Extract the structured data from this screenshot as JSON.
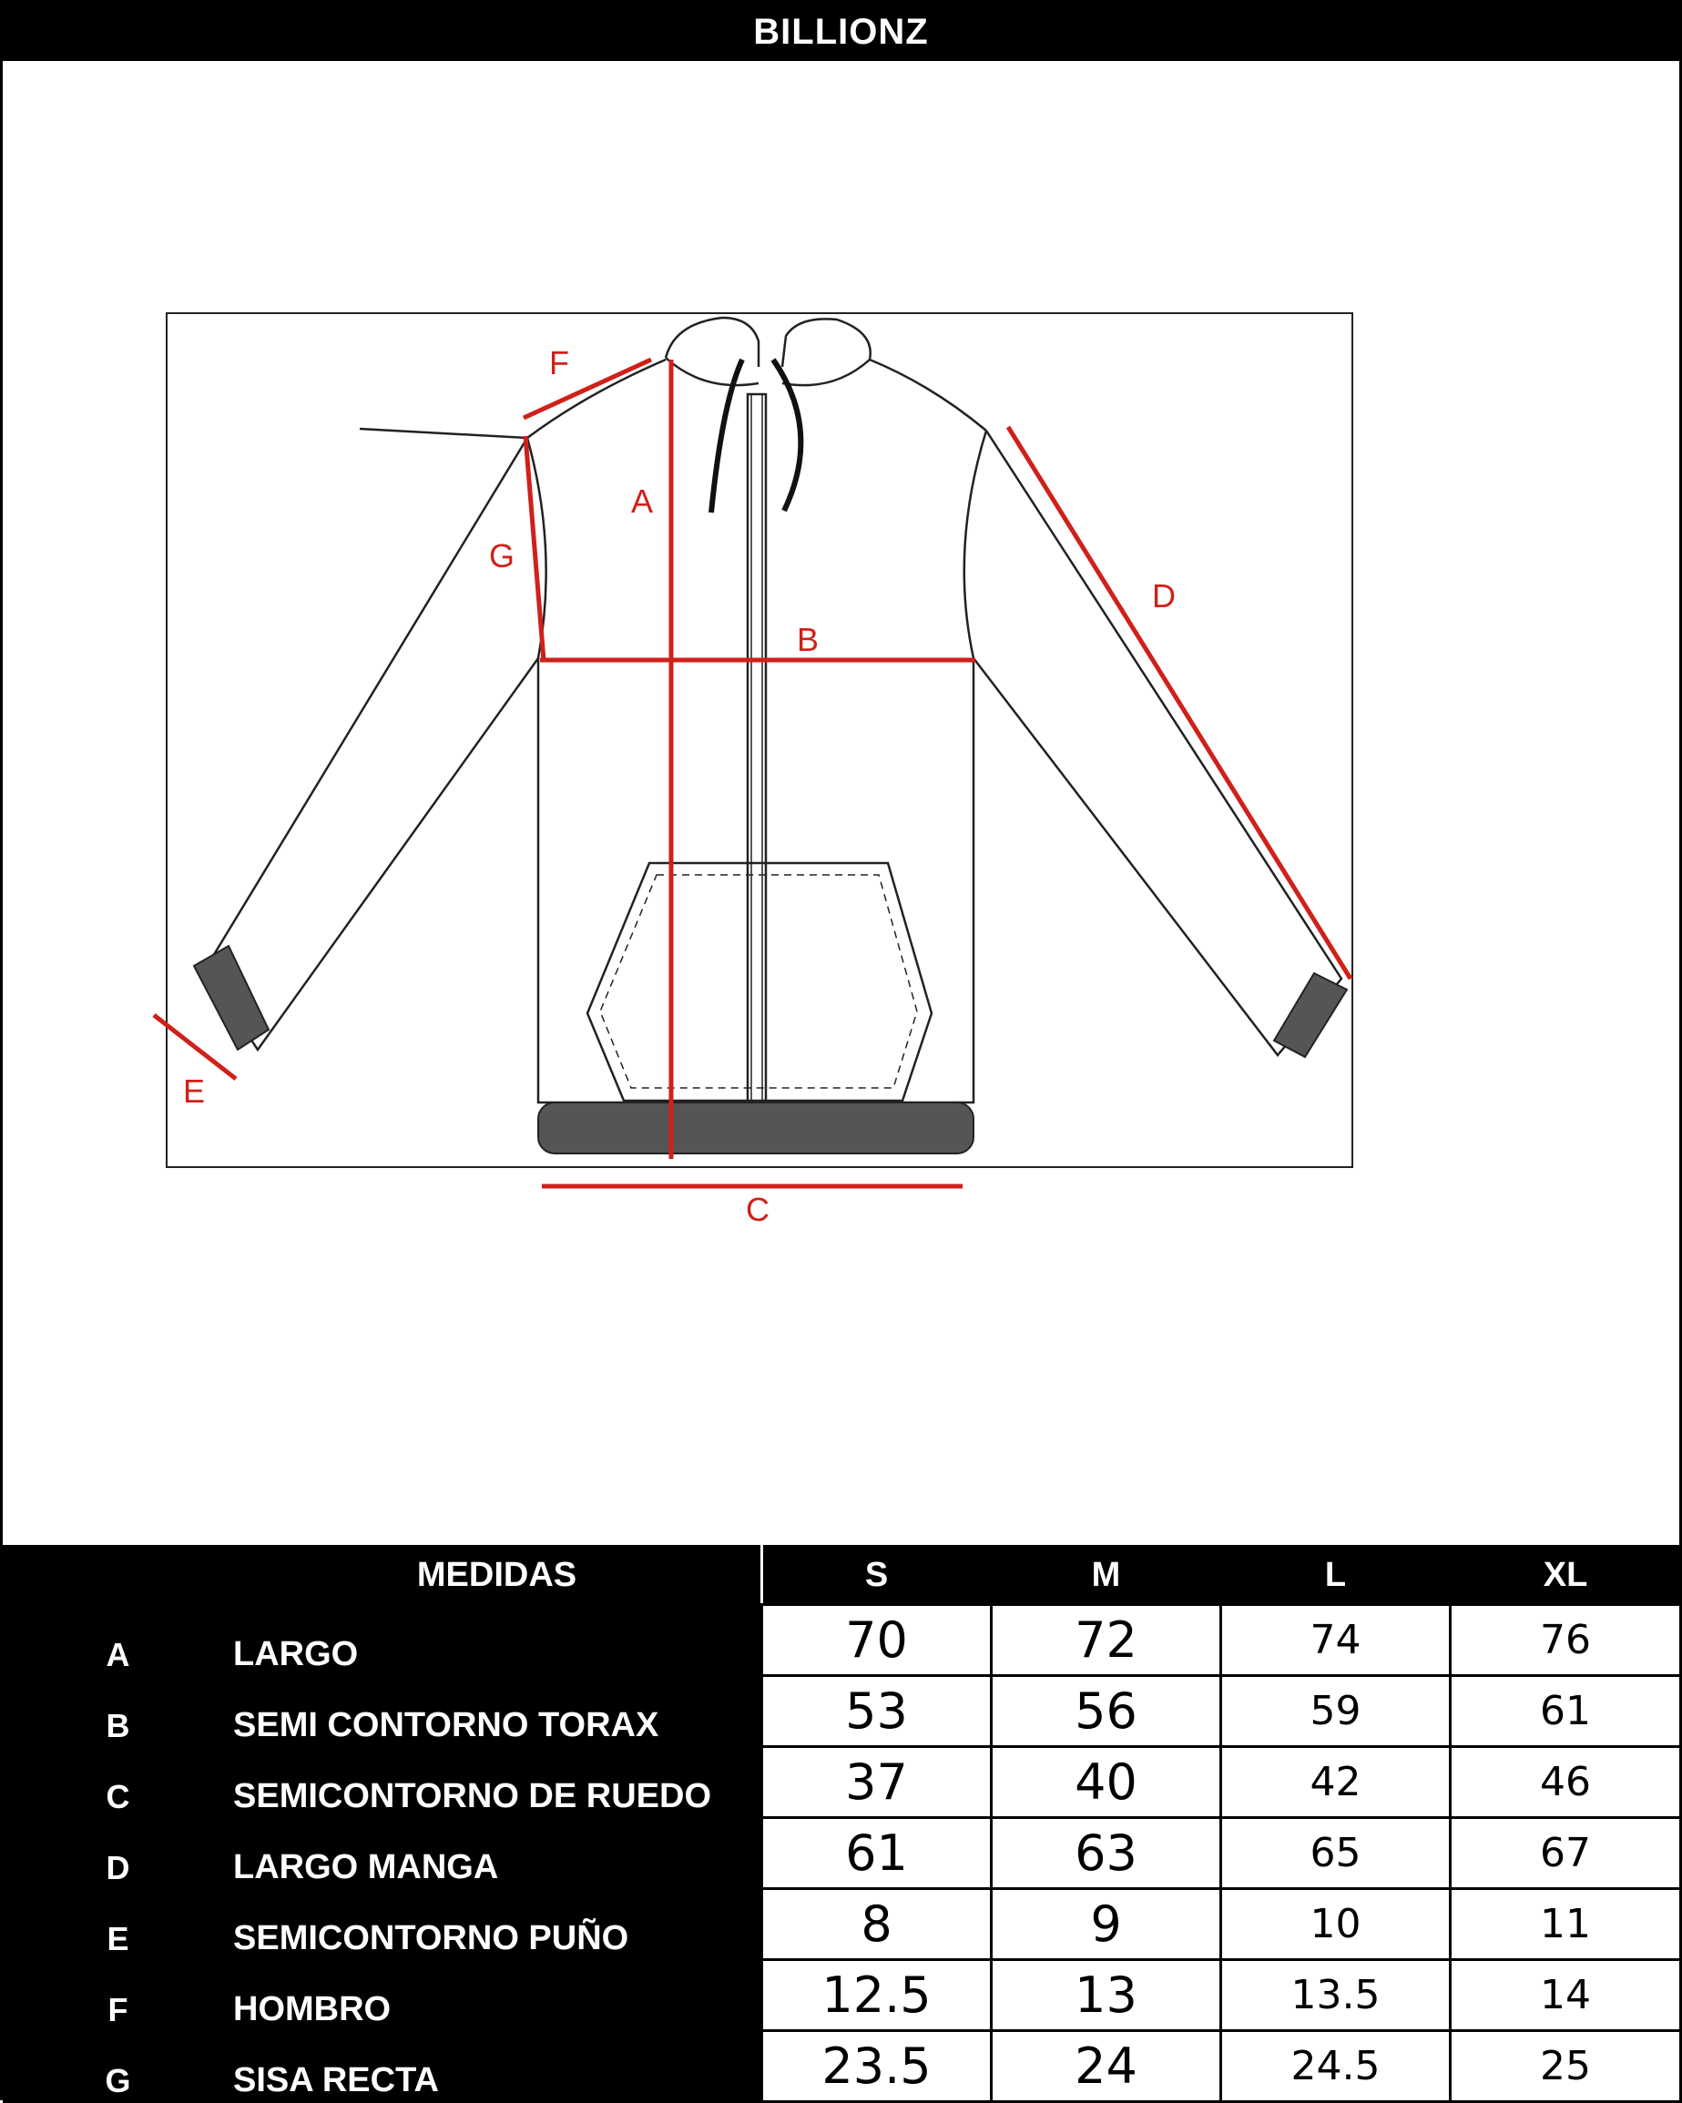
{
  "brand": "BILLIONZ",
  "diagram": {
    "labels": {
      "A": "A",
      "B": "B",
      "C": "C",
      "D": "D",
      "E": "E",
      "F": "F",
      "G": "G"
    },
    "line_color": "#d0201a"
  },
  "table": {
    "headers": [
      "",
      "MEDIDAS",
      "S",
      "M",
      "L",
      "XL"
    ],
    "rows": [
      {
        "code": "A",
        "name": "LARGO",
        "values": [
          "70",
          "72",
          "74",
          "76"
        ]
      },
      {
        "code": "B",
        "name": "SEMI CONTORNO TORAX",
        "values": [
          "53",
          "56",
          "59",
          "61"
        ]
      },
      {
        "code": "C",
        "name": "SEMICONTORNO DE RUEDO",
        "values": [
          "37",
          "40",
          "42",
          "46"
        ]
      },
      {
        "code": "D",
        "name": "LARGO MANGA",
        "values": [
          "61",
          "63",
          "65",
          "67"
        ]
      },
      {
        "code": "E",
        "name": "SEMICONTORNO PUÑO",
        "values": [
          "8",
          "9",
          "10",
          "11"
        ]
      },
      {
        "code": "F",
        "name": "HOMBRO",
        "values": [
          "12.5",
          "13",
          "13.5",
          "14"
        ]
      },
      {
        "code": "G",
        "name": "SISA RECTA",
        "values": [
          "23.5",
          "24",
          "24.5",
          "25"
        ]
      }
    ]
  }
}
